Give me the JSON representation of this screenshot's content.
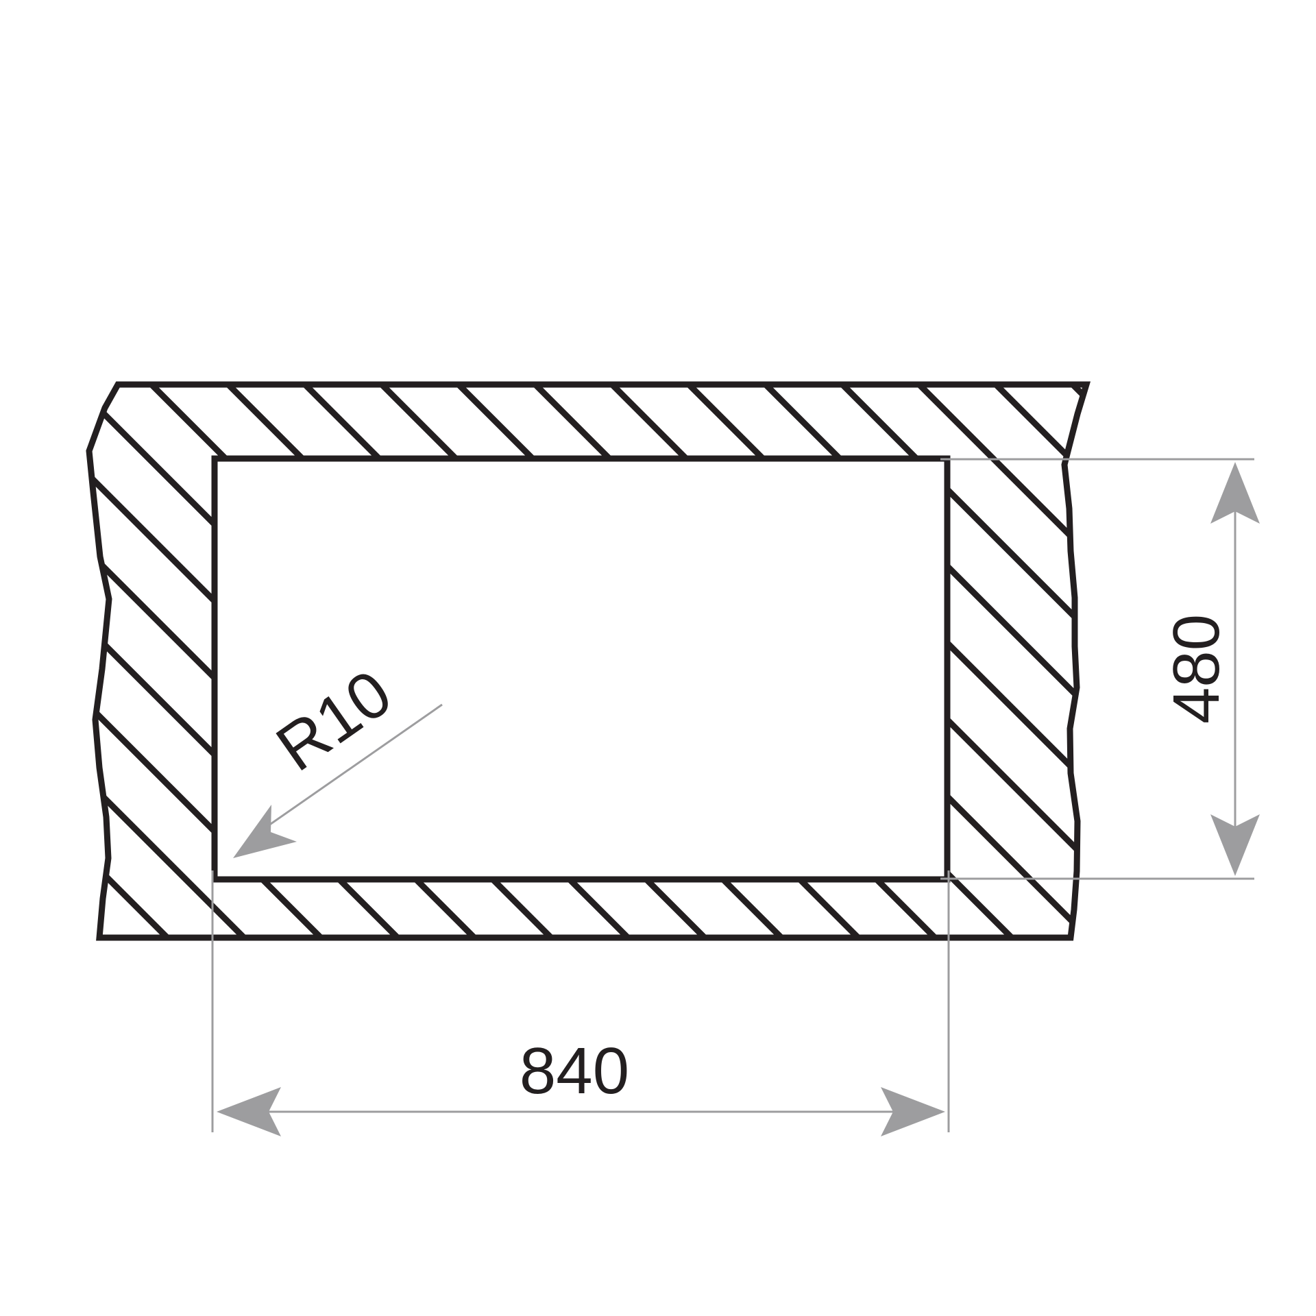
{
  "dimensions": {
    "width_label": "840",
    "height_label": "480",
    "radius_label": "R10"
  },
  "colors": {
    "outline": "#231f20",
    "dimension_line": "#9d9d9f",
    "background": "#ffffff"
  }
}
